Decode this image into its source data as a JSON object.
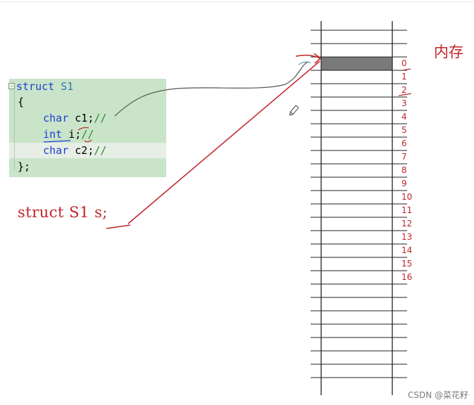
{
  "code": {
    "line1": {
      "kw": "struct",
      "name": " S1"
    },
    "line2": "{",
    "line3": {
      "indent": "    ",
      "type": "char",
      "rest": " c1;",
      "cmt": "//"
    },
    "line4": {
      "indent": "    ",
      "type": "int",
      "rest": " i;",
      "cmt": "//"
    },
    "line5": {
      "indent": "    ",
      "type": "char",
      "rest": " c2;",
      "cmt": "//"
    },
    "line6": "};",
    "fold_marker": "-"
  },
  "annotations": {
    "statement": "struct S1 s;",
    "memory_label": "内存"
  },
  "memory": {
    "offsets": [
      "0",
      "1",
      "2",
      "3",
      "4",
      "5",
      "6",
      "7",
      "8",
      "9",
      "10",
      "11",
      "12",
      "13",
      "14",
      "15",
      "16"
    ],
    "highlighted_cell_offset": 0
  },
  "watermark": "CSDN @菜花籽",
  "colors": {
    "code_bg": "#c9e4c9",
    "keyword": "#1e3fd1",
    "comment": "#2e8b2e",
    "annotation_red": "#c0242a",
    "highlight_cell": "#7a7a7a"
  }
}
